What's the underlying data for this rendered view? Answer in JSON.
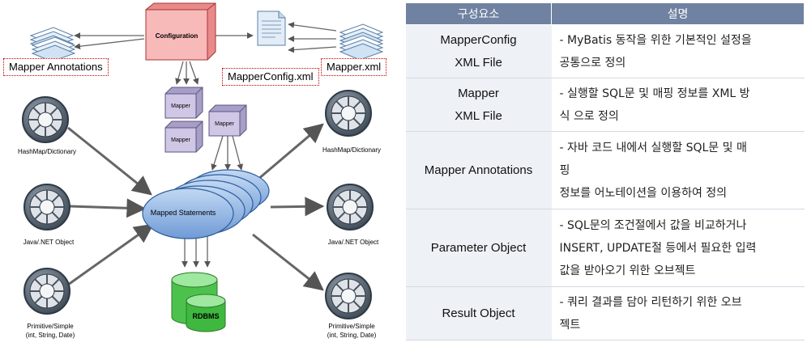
{
  "diagram": {
    "configuration": "Configuration",
    "mapper": "Mapper",
    "mapped_statements": "Mapped Statements",
    "rdbms": "RDBMS",
    "tag_mapper_annotations": "Mapper Annotations",
    "tag_mapper_config": "MapperConfig.xml",
    "tag_mapper_xml": "Mapper.xml",
    "left_hash_label": "HashMap/Dictionary",
    "left_java_label": "Java/.NET Object",
    "left_prim_line1": "Primitive/Simple",
    "left_prim_line2": "(int, String, Date)",
    "right_hash_label": "HashMap/Dictionary",
    "right_java_label": "Java/.NET Object",
    "right_prim_line1": "Primitive/Simple",
    "right_prim_line2": "(int, String, Date)",
    "colors": {
      "config": "#f8b9b9",
      "mapper": "#c9c0de",
      "statements": "#9dbde6",
      "rdbms": "#5fcf5f",
      "arrow": "#666666"
    }
  },
  "table": {
    "headers": [
      "구성요소",
      "설명"
    ],
    "rows": [
      {
        "component": [
          "MapperConfig",
          "XML File"
        ],
        "description": [
          "- MyBatis 동작을 위한 기본적인 설정을",
          "공통으로 정의"
        ]
      },
      {
        "component": [
          "Mapper",
          "XML File"
        ],
        "description": [
          "- 실행할 SQL문 및 매핑 정보를 XML 방",
          "식 으로 정의"
        ]
      },
      {
        "component": [
          "Mapper Annotations"
        ],
        "description": [
          "- 자바 코드 내에서 실행할 SQL문 및 매",
          "핑",
          "정보를 어노테이션을 이용하여 정의"
        ]
      },
      {
        "component": [
          "Parameter Object"
        ],
        "description": [
          "- SQL문의 조건절에서 값을 비교하거나",
          "INSERT, UPDATE절 등에서 필요한 입력",
          "값을 받아오기 위한 오브젝트"
        ]
      },
      {
        "component": [
          "Result Object"
        ],
        "description": [
          "- 쿼리 결과를 담아 리턴하기 위한 오브",
          "젝트"
        ]
      }
    ]
  }
}
